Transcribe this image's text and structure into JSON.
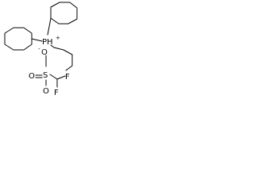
{
  "molecule": {
    "cation_center": "PH",
    "cation_charge": "+",
    "anion_oxygen": "O",
    "anion_charge": "-",
    "sulfur": "S",
    "oxygens": [
      "O",
      "O"
    ],
    "fluorines": [
      "F",
      "F"
    ]
  }
}
